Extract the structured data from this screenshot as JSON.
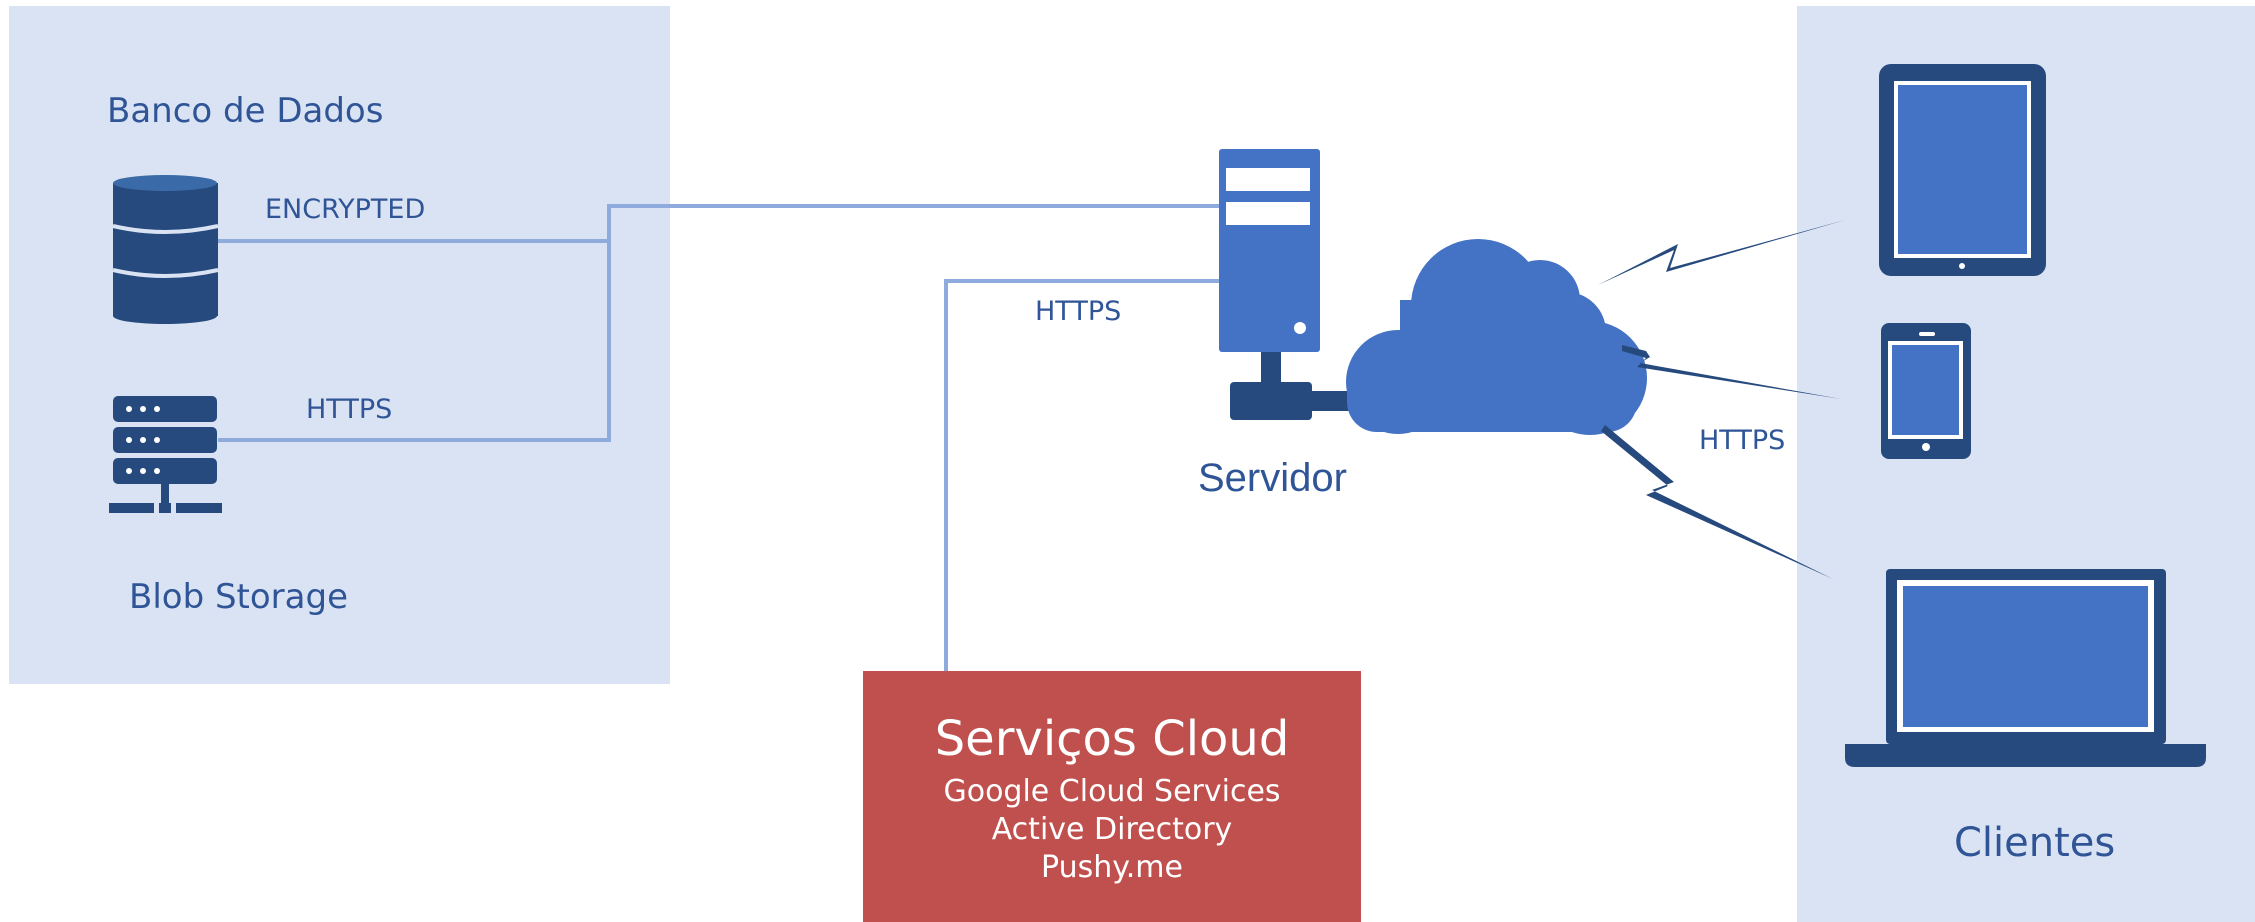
{
  "storage_panel": {
    "database_label": "Banco de Dados",
    "blob_label": "Blob Storage",
    "encrypted_label": "ENCRYPTED",
    "blob_link_label": "HTTPS"
  },
  "server": {
    "label": "Servidor",
    "link_label": "HTTPS"
  },
  "clients_panel": {
    "label": "Clientes",
    "link_label": "HTTPS"
  },
  "cloud_services": {
    "title": "Serviços Cloud",
    "items": [
      "Google Cloud Services",
      "Active Directory",
      "Pushy.me"
    ]
  },
  "colors": {
    "panel_bg": "#dae3f3",
    "icon_dark": "#264a7d",
    "icon_blue": "#4472c4",
    "connector": "#8faadc",
    "label_text": "#2f5597",
    "services_bg": "#c0504d"
  }
}
